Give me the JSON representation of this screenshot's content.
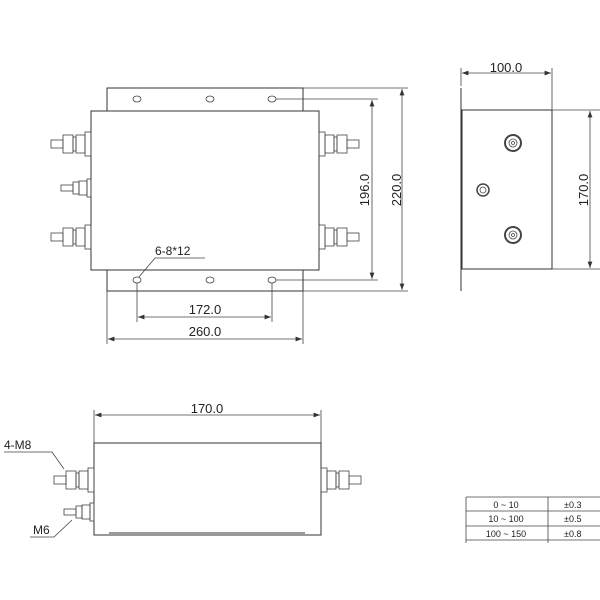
{
  "top_view": {
    "dim_width_holes": "172.0",
    "dim_width_total": "260.0",
    "dim_height_holes": "196.0",
    "dim_height_total": "220.0",
    "hole_label": "6-8*12"
  },
  "side_view": {
    "dim_depth": "100.0",
    "dim_height": "170.0"
  },
  "front_view": {
    "dim_length": "170.0",
    "terminal_label": "4-M8",
    "ground_label": "M6"
  },
  "tolerance_table": {
    "rows": [
      {
        "range": "0 ~ 10",
        "tolerance": "±0.3"
      },
      {
        "range": "10 ~ 100",
        "tolerance": "±0.5"
      },
      {
        "range": "100 ~ 150",
        "tolerance": "±0.8"
      }
    ]
  },
  "colors": {
    "line": "#333333",
    "background": "#ffffff"
  }
}
